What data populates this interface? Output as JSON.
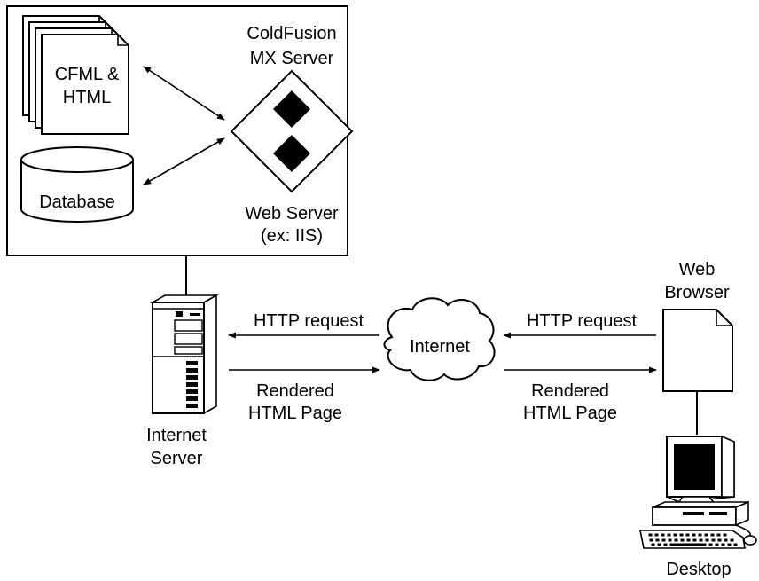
{
  "server_box": {
    "files_label": [
      "CFML &",
      "HTML"
    ],
    "database_label": "Database",
    "coldfusion_label": [
      "ColdFusion",
      "MX Server"
    ],
    "webserver_label": [
      "Web Server",
      "(ex: IIS)"
    ]
  },
  "internet_server_label": [
    "Internet",
    "Server"
  ],
  "internet_label": "Internet",
  "left_flow": {
    "request_label": "HTTP request",
    "response_label": [
      "Rendered",
      "HTML Page"
    ]
  },
  "right_flow": {
    "request_label": "HTTP request",
    "response_label": [
      "Rendered",
      "HTML Page"
    ]
  },
  "browser_label": [
    "Web",
    "Browser"
  ],
  "desktop_label": "Desktop",
  "colors": {
    "stroke": "#000000",
    "background": "#ffffff"
  }
}
